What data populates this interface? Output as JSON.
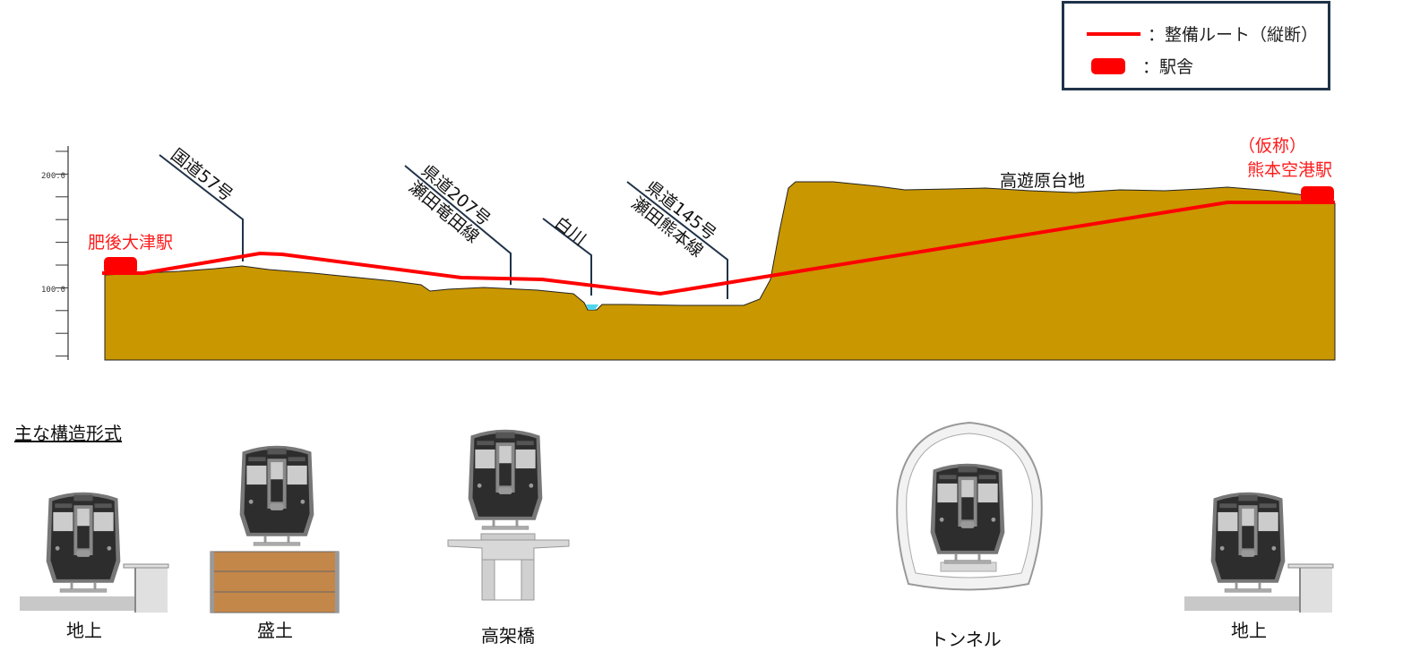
{
  "legend": {
    "route_label": "：整備ルート（縦断）",
    "station_label": "：駅舎"
  },
  "axis": {
    "ticks": [
      "200.0",
      "100.0"
    ]
  },
  "stations": {
    "start": "肥後大津駅",
    "end_line1": "（仮称）",
    "end_line2": "熊本空港駅"
  },
  "crossings": {
    "route57": "国道57号",
    "route207_line1": "県道207号",
    "route207_line2": "瀬田竜田線",
    "river": "白川",
    "route145_line1": "県道145号",
    "route145_line2": "瀬田熊本線"
  },
  "plateau": "高遊原台地",
  "structures": {
    "heading": "主な構造形式",
    "items": [
      "地上",
      "盛土",
      "高架橋",
      "トンネル",
      "地上"
    ]
  },
  "colors": {
    "route": "#ff0000",
    "ground": "#c99700",
    "legend_border": "#1f3349",
    "embankment": "#c4874a"
  }
}
